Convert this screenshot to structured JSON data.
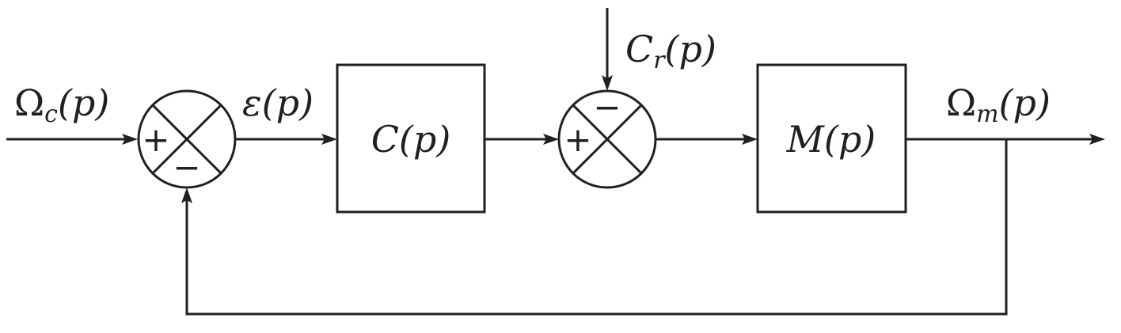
{
  "signals": {
    "input": {
      "main": "Ω",
      "sub": "c",
      "arg": "(p)"
    },
    "error": {
      "main": "ε",
      "arg": "(p)"
    },
    "disturbance": {
      "main": "C",
      "sub": "r",
      "arg": "(p)"
    },
    "output": {
      "main": "Ω",
      "sub": "m",
      "arg": "(p)"
    }
  },
  "blocks": {
    "controller": {
      "main": "C",
      "arg": "(p)"
    },
    "motor": {
      "main": "M",
      "arg": "(p)"
    }
  },
  "summers": {
    "first": {
      "plus": "+",
      "minus": "−"
    },
    "second": {
      "plus": "+",
      "minus": "−"
    }
  },
  "colors": {
    "ink": "#231f20",
    "background": "#ffffff"
  }
}
